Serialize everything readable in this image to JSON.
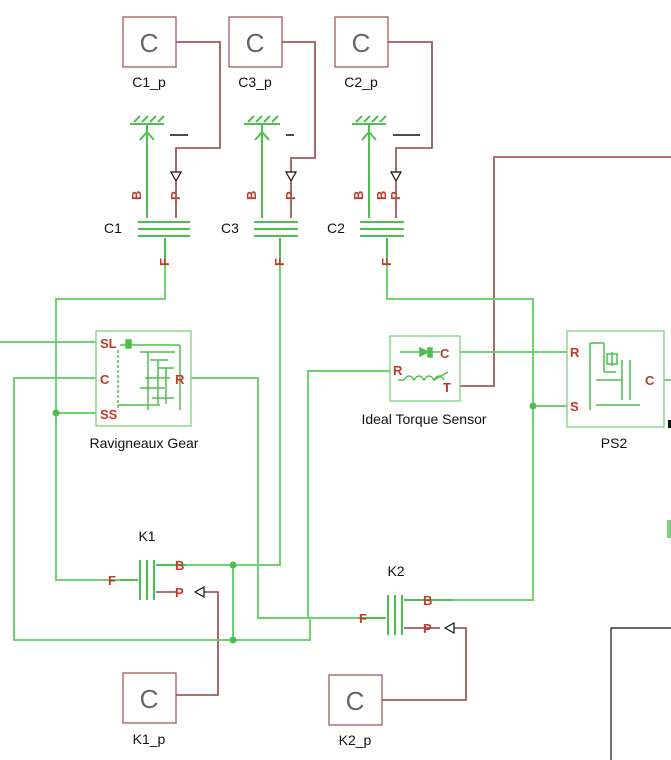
{
  "ps_blocks": [
    {
      "id": "c1p",
      "label": "C1_p",
      "symbol": "C"
    },
    {
      "id": "c3p",
      "label": "C3_p",
      "symbol": "C"
    },
    {
      "id": "c2p",
      "label": "C2_p",
      "symbol": "C"
    },
    {
      "id": "k1p",
      "label": "K1_p",
      "symbol": "C"
    },
    {
      "id": "k2p",
      "label": "K2_p",
      "symbol": "C"
    }
  ],
  "clutches": [
    {
      "id": "c1",
      "label": "C1",
      "port_b": "B",
      "port_p": "P",
      "port_f": "F"
    },
    {
      "id": "c3",
      "label": "C3",
      "port_b": "B",
      "port_p": "P",
      "port_f": "F"
    },
    {
      "id": "c2",
      "label": "C2",
      "port_b": "B",
      "port_p": "P",
      "port_f": "F"
    }
  ],
  "ravigneaux": {
    "label": "Ravigneaux Gear",
    "ports": {
      "sl": "SL",
      "c": "C",
      "ss": "SS",
      "r": "R"
    }
  },
  "torque_sensor": {
    "label": "Ideal Torque Sensor",
    "ports": {
      "r": "R",
      "c": "C",
      "t": "T"
    }
  },
  "ps2": {
    "label": "PS2",
    "ports": {
      "r": "R",
      "s": "S",
      "c": "C"
    }
  },
  "k1": {
    "label": "K1",
    "ports": {
      "f": "F",
      "b": "B",
      "p": "P"
    }
  },
  "k2": {
    "label": "K2",
    "ports": {
      "f": "F",
      "b": "B",
      "p": "P"
    }
  },
  "colors": {
    "mech": "#6fd36f",
    "signal": "#a05a5a",
    "port": "#c0392b"
  }
}
